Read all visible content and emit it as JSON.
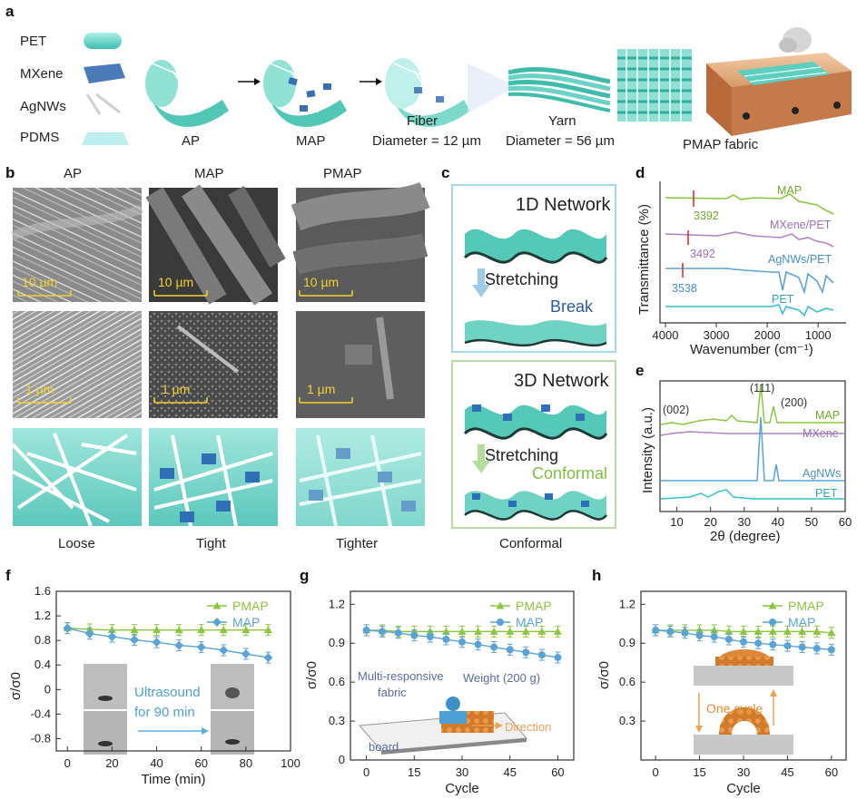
{
  "panel_letters": {
    "a": "a",
    "b": "b",
    "c": "c",
    "d": "d",
    "e": "e",
    "f": "f",
    "g": "g",
    "h": "h"
  },
  "panel_a": {
    "legend": [
      "PET",
      "MXene",
      "AgNWs",
      "PDMS"
    ],
    "stages": [
      "AP",
      "MAP",
      "Fiber",
      "Yarn",
      "PMAP fabric"
    ],
    "fiber_diameter": "Diameter = 12 µm",
    "yarn_diameter": "Diameter = 56 µm"
  },
  "panel_b": {
    "columns": [
      "AP",
      "MAP",
      "PMAP"
    ],
    "scale_top": "10 µm",
    "scale_mid": "1 µm",
    "captions": [
      "Loose",
      "Tight",
      "Tighter"
    ]
  },
  "panel_c": {
    "top_title": "1D Network",
    "top_action": "Stretching",
    "top_result": "Break",
    "bottom_title": "3D Network",
    "bottom_action": "Stretching",
    "bottom_result": "Conformal",
    "caption": "Conformal"
  },
  "colors": {
    "green": "#8cc63f",
    "blue": "#5aa3d6",
    "purple": "#b085c5",
    "cyan": "#35c2cf",
    "teal": "#5fd4c8",
    "red": "#d9332e",
    "orange": "#f0a050"
  },
  "chart_data": [
    {
      "id": "d",
      "type": "line",
      "xlabel": "Wavenumber (cm⁻¹)",
      "ylabel": "Transmittance (%)",
      "xlim": [
        4000,
        700
      ],
      "xticks": [
        4000,
        3000,
        2000,
        1000
      ],
      "series": [
        {
          "name": "MAP",
          "color": "#8cc63f"
        },
        {
          "name": "MXene/PET",
          "color": "#b085c5"
        },
        {
          "name": "AgNWs/PET",
          "color": "#5aa3d6"
        },
        {
          "name": "PET",
          "color": "#35c2cf"
        }
      ],
      "annotations": [
        "3392",
        "3492",
        "3538"
      ]
    },
    {
      "id": "e",
      "type": "line",
      "xlabel": "2θ (degree)",
      "ylabel": "Intensity (a.u.)",
      "xlim": [
        5,
        60
      ],
      "xticks": [
        10,
        20,
        30,
        40,
        50,
        60
      ],
      "series": [
        {
          "name": "MAP",
          "color": "#8cc63f"
        },
        {
          "name": "MXene",
          "color": "#b085c5"
        },
        {
          "name": "AgNWs",
          "color": "#5aa3d6"
        },
        {
          "name": "PET",
          "color": "#35c2cf"
        }
      ],
      "annotations": [
        "(002)",
        "(111)",
        "(200)"
      ]
    },
    {
      "id": "f",
      "type": "line",
      "xlabel": "Time (min)",
      "ylabel": "σ/σ0",
      "xlim": [
        -5,
        100
      ],
      "ylim": [
        -1.0,
        1.6
      ],
      "xticks": [
        0,
        20,
        40,
        60,
        80,
        100
      ],
      "yticks": [
        -0.8,
        -0.4,
        0.0,
        0.4,
        0.8,
        1.2,
        1.6
      ],
      "x": [
        0,
        10,
        20,
        30,
        40,
        50,
        60,
        70,
        80,
        90
      ],
      "series": [
        {
          "name": "PMAP",
          "color": "#8cc63f",
          "marker": "triangle",
          "values": [
            1.0,
            0.98,
            0.97,
            0.97,
            0.97,
            0.97,
            0.97,
            0.97,
            0.97,
            0.97
          ]
        },
        {
          "name": "MAP",
          "color": "#5aa3d6",
          "marker": "diamond",
          "values": [
            1.0,
            0.91,
            0.86,
            0.81,
            0.77,
            0.72,
            0.69,
            0.64,
            0.58,
            0.52
          ]
        }
      ],
      "inset": [
        "Ultrasound",
        "for 90 min"
      ]
    },
    {
      "id": "g",
      "type": "line",
      "xlabel": "Cycle",
      "ylabel": "σ/σ0",
      "xlim": [
        -5,
        65
      ],
      "ylim": [
        0.0,
        1.3
      ],
      "xticks": [
        0,
        15,
        30,
        45,
        60
      ],
      "yticks": [
        0.0,
        0.3,
        0.6,
        0.9,
        1.2
      ],
      "x": [
        0,
        5,
        10,
        15,
        20,
        25,
        30,
        35,
        40,
        45,
        50,
        55,
        60
      ],
      "series": [
        {
          "name": "PMAP",
          "color": "#8cc63f",
          "marker": "triangle",
          "values": [
            1.0,
            1.0,
            0.99,
            0.99,
            0.99,
            0.99,
            0.99,
            0.99,
            0.99,
            0.99,
            0.99,
            0.99,
            0.99
          ]
        },
        {
          "name": "MAP",
          "color": "#5aa3d6",
          "marker": "circle",
          "values": [
            1.0,
            0.99,
            0.98,
            0.96,
            0.95,
            0.93,
            0.91,
            0.89,
            0.87,
            0.85,
            0.83,
            0.81,
            0.79
          ]
        }
      ],
      "inset": [
        "Multi-responsive",
        "fabric",
        "Weight (200 g)",
        "Direction",
        "board"
      ]
    },
    {
      "id": "h",
      "type": "line",
      "xlabel": "Cycle",
      "ylabel": "σ/σ0",
      "xlim": [
        -5,
        65
      ],
      "ylim": [
        0.0,
        1.3
      ],
      "xticks": [
        0,
        15,
        30,
        45,
        60
      ],
      "yticks": [
        0.3,
        0.6,
        0.9,
        1.2
      ],
      "x": [
        0,
        5,
        10,
        15,
        20,
        25,
        30,
        35,
        40,
        45,
        50,
        55,
        60
      ],
      "series": [
        {
          "name": "PMAP",
          "color": "#8cc63f",
          "marker": "triangle",
          "values": [
            1.0,
            1.0,
            1.0,
            1.0,
            1.0,
            0.99,
            0.99,
            0.99,
            0.99,
            0.99,
            0.99,
            0.99,
            0.98
          ]
        },
        {
          "name": "MAP",
          "color": "#5aa3d6",
          "marker": "circle",
          "values": [
            1.0,
            0.99,
            0.98,
            0.96,
            0.95,
            0.93,
            0.91,
            0.9,
            0.89,
            0.88,
            0.87,
            0.86,
            0.85
          ]
        }
      ],
      "inset": [
        "One cycle"
      ]
    }
  ]
}
